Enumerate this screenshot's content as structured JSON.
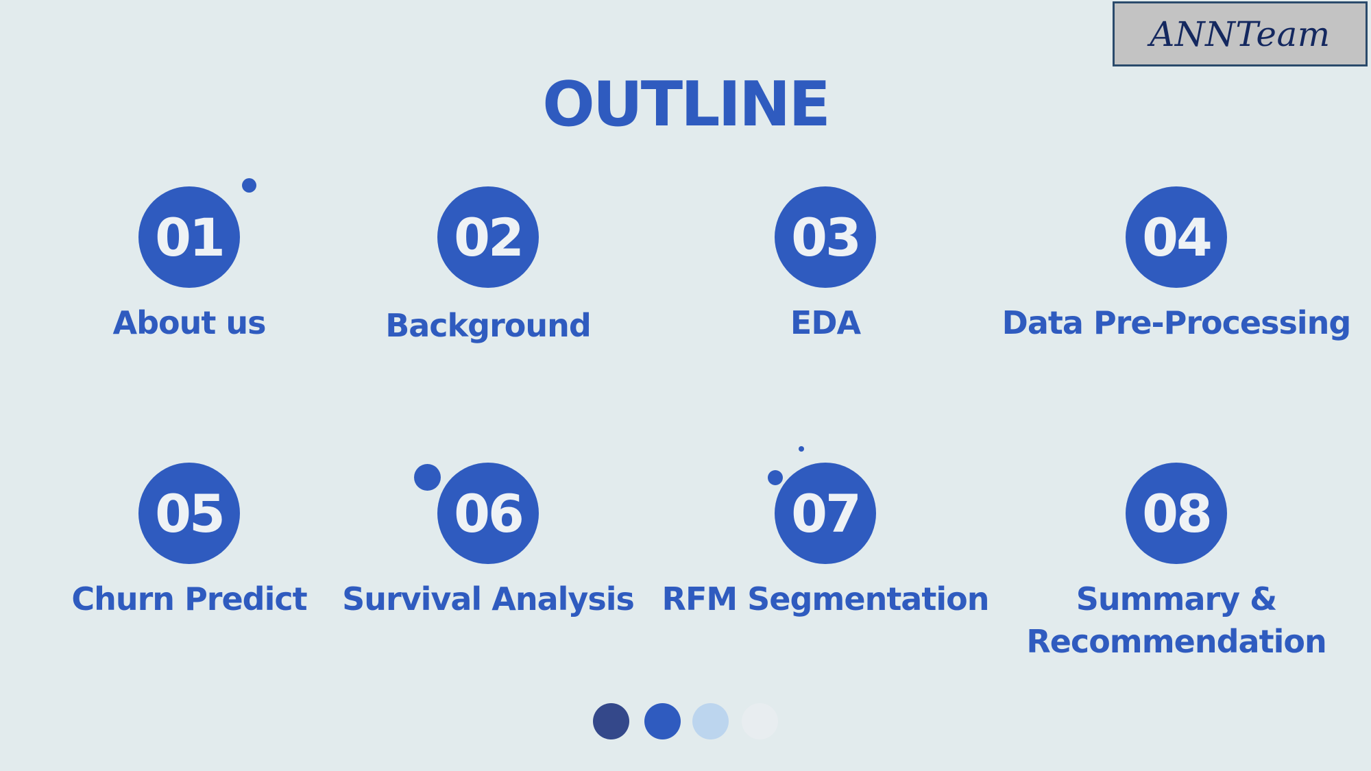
{
  "brand": {
    "name": "ANNTeam"
  },
  "title": "OUTLINE",
  "items": [
    {
      "number": "01",
      "label": "About us"
    },
    {
      "number": "02",
      "label": "Background"
    },
    {
      "number": "03",
      "label": "EDA"
    },
    {
      "number": "04",
      "label": "Data Pre-Processing"
    },
    {
      "number": "05",
      "label": "Churn Predict"
    },
    {
      "number": "06",
      "label": "Survival Analysis"
    },
    {
      "number": "07",
      "label": "RFM Segmentation"
    },
    {
      "number": "08",
      "label": "Summary &\nRecommendation"
    }
  ],
  "colors": {
    "background": "#e2ebed",
    "primary": "#2f5bbf",
    "circle_text": "#eef2f5",
    "badge_bg": "#c3c3c3",
    "badge_border": "#2a4a6b",
    "badge_text": "#14285f",
    "dot_dark": "#34488a",
    "dot_mid": "#2f5bbf",
    "dot_light": "#bcd5ee",
    "dot_pale": "#e8edf0"
  }
}
